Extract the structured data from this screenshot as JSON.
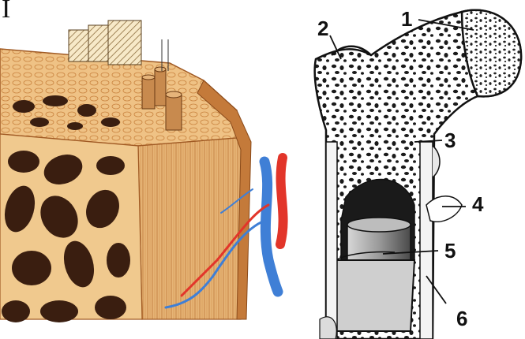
{
  "corner_letter": "I",
  "left_panel": {
    "colors": {
      "bone_light": "#f1c98f",
      "bone_mid": "#e0a35d",
      "bone_dark": "#b8642a",
      "cavity": "#3a1e10",
      "artery": "#e2352a",
      "vein": "#3f7fd6"
    }
  },
  "right_panel": {
    "labels": [
      {
        "id": "1",
        "text": "1"
      },
      {
        "id": "2",
        "text": "2"
      },
      {
        "id": "3",
        "text": "3"
      },
      {
        "id": "4",
        "text": "4"
      },
      {
        "id": "5",
        "text": "5"
      },
      {
        "id": "6",
        "text": "6"
      }
    ]
  }
}
